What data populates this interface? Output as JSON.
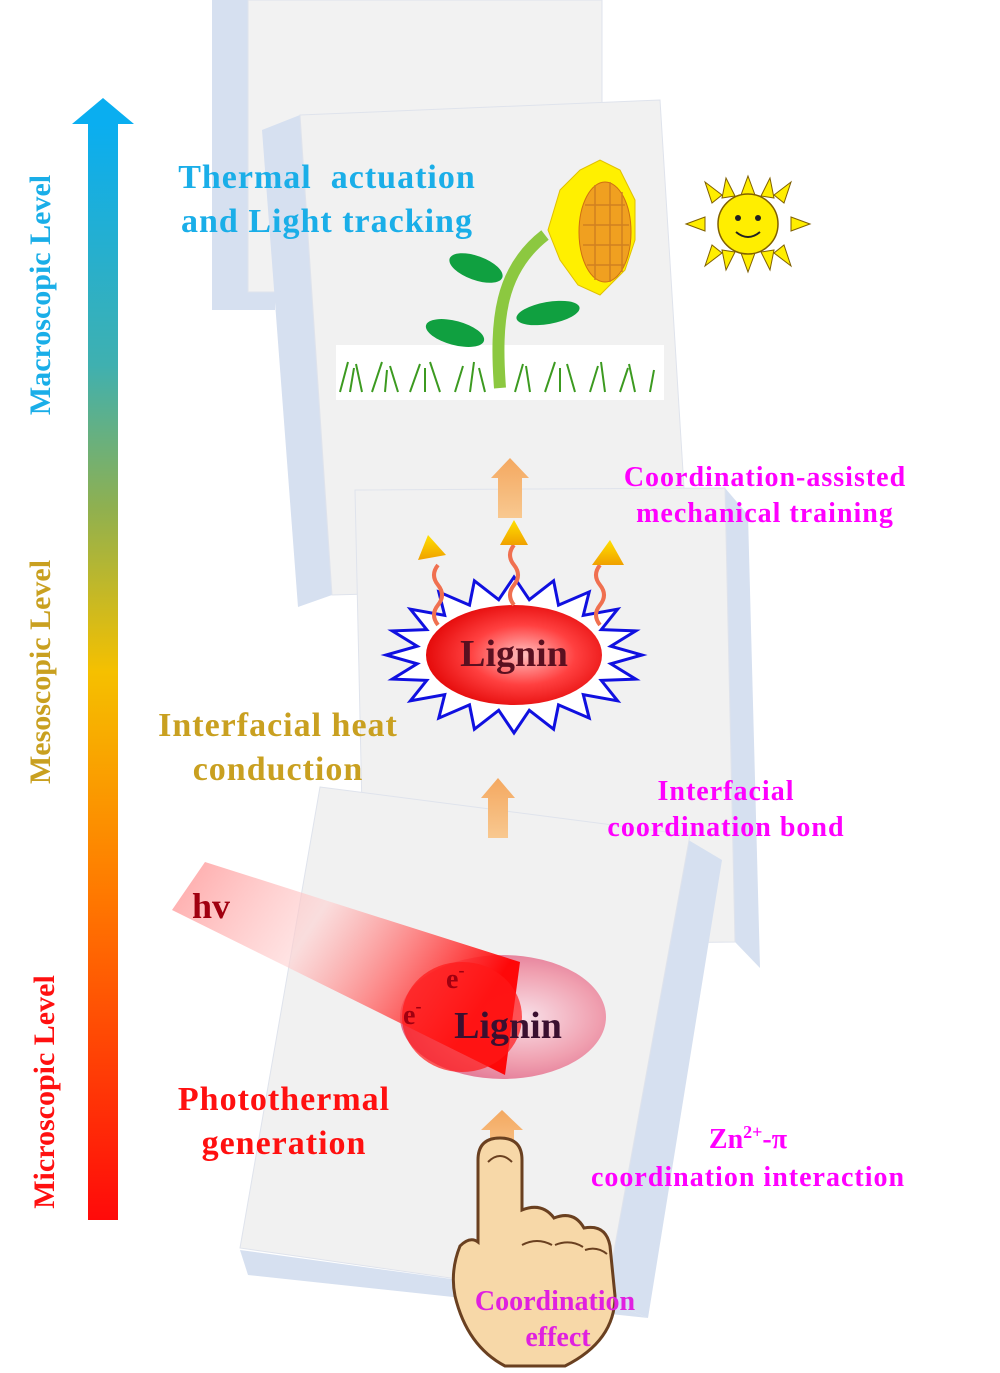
{
  "levels": {
    "macro": "Macroscopic Level",
    "meso": "Mesoscopic Level",
    "micro": "Microscopic Level"
  },
  "labels": {
    "thermal_line1": "Thermal  actuation",
    "thermal_line2": "and Light tracking",
    "training_line1": "Coordination-assisted",
    "training_line2": "mechanical training",
    "heat_line1": "Interfacial heat",
    "heat_line2": "conduction",
    "bond_line1": "Interfacial",
    "bond_line2": "coordination bond",
    "hv": "hv",
    "electron": "e",
    "electron_charge": "-",
    "lignin_meso": "Lignin",
    "lignin_micro": "Lignin",
    "photo_line1": "Photothermal",
    "photo_line2": "generation",
    "zn_base": "Zn",
    "zn_sup": "2+",
    "zn_rest": "-π",
    "zn_line2": "coordination interaction",
    "coord_line1": "Coordination",
    "coord_line2": "effect"
  },
  "colors": {
    "macro": "#1aaee8",
    "meso": "#c9a020",
    "micro": "#ff1010",
    "magenta": "#ff00ff",
    "lignin_text": "#5a1020"
  }
}
